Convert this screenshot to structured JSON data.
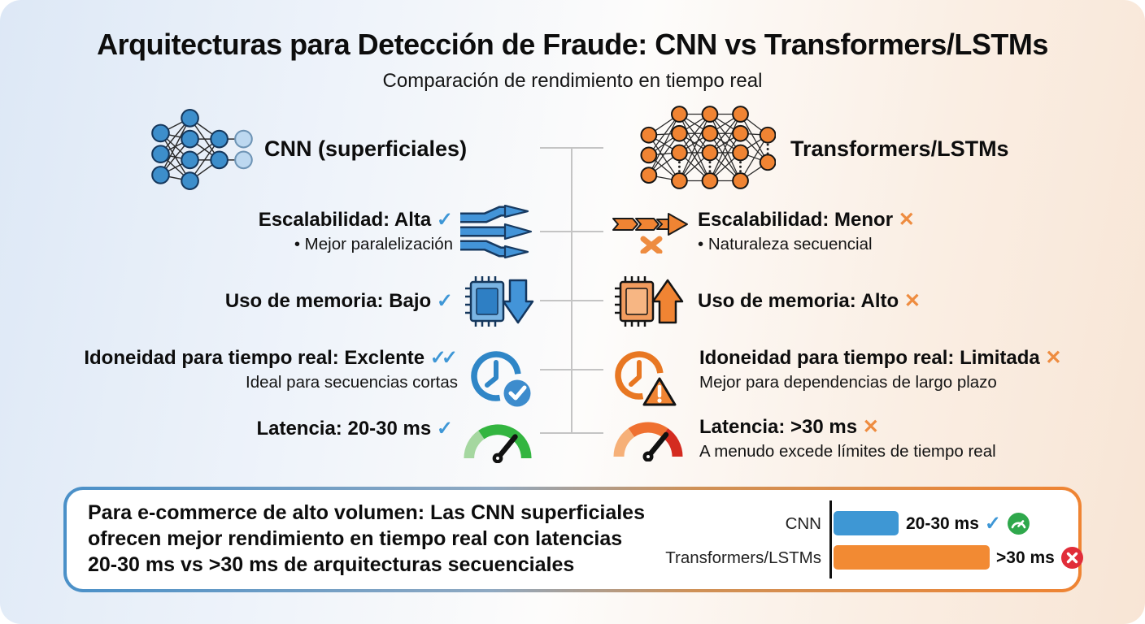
{
  "title": "Arquitecturas para Detección de Fraude: CNN vs Transformers/LSTMs",
  "subtitle": "Comparación de rendimiento en tiempo real",
  "columns": {
    "left": {
      "label": "CNN (superficiales)"
    },
    "right": {
      "label": "Transformers/LSTMs"
    }
  },
  "rows": [
    {
      "left_label": "Escalabilidad: Alta",
      "left_mark": "✓",
      "left_note": "• Mejor paralelización",
      "right_label": "Escalabilidad: Menor",
      "right_mark": "✕",
      "right_note": "• Naturaleza secuencial"
    },
    {
      "left_label": "Uso de memoria: Bajo",
      "left_mark": "✓",
      "right_label": "Uso de memoria: Alto",
      "right_mark": "✕"
    },
    {
      "left_label": "Idoneidad para tiempo real: Exclente",
      "left_mark": "✓✓",
      "left_note": "Ideal para secuencias cortas",
      "right_label": "Idoneidad para tiempo real: Limitada",
      "right_mark": "✕",
      "right_note": "Mejor para dependencias de largo plazo"
    },
    {
      "left_label": "Latencia: 20-30 ms",
      "left_mark": "✓",
      "right_label": "Latencia: >30 ms",
      "right_mark": "✕",
      "right_note": "A menudo excede límites de tiempo real"
    }
  ],
  "summary": {
    "line1": "Para e-commerce de alto volumen: Las CNN superficiales",
    "line2": "ofrecen mejor rendimiento en tiempo real con latencias",
    "line3": "20-30 ms vs >30 ms de arquitecturas secuenciales"
  },
  "chart_data": {
    "type": "bar",
    "orientation": "horizontal",
    "categories": [
      "CNN",
      "Transformers/LSTMs"
    ],
    "values": [
      25,
      60
    ],
    "value_labels": [
      "20-30 ms",
      ">30 ms"
    ],
    "units": "ms",
    "colors": [
      "#3e97d4",
      "#f28a33"
    ],
    "annotations": [
      "check + speedometer-badge",
      "error-badge"
    ],
    "axis": "single vertical baseline, no gridlines, no legend"
  },
  "colors": {
    "cnn_accent": "#3e8fd0",
    "transformer_accent": "#f08433",
    "check_mark": "#3e97d6",
    "cross_mark": "#ee8c40",
    "good_badge": "#2fa84c",
    "bad_badge": "#e12d39",
    "gauge_green": "#33b540",
    "gauge_red": "#d42b20",
    "divider": "#c4c4c4"
  }
}
